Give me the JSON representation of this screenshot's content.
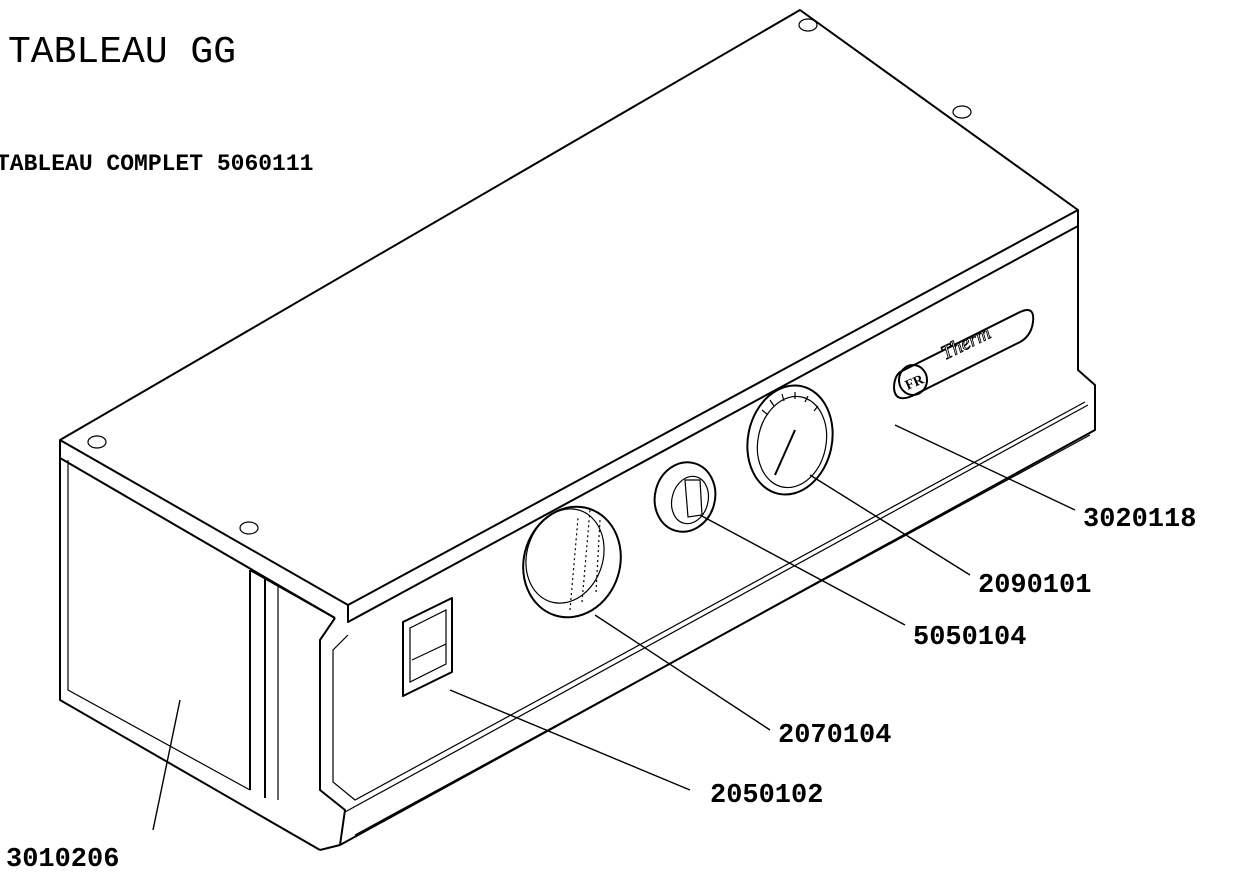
{
  "title": "TABLEAU GG",
  "subtitle": "TABLEAU COMPLET 5060111",
  "logo": {
    "text": "Therm",
    "mark": "FR"
  },
  "part_labels": {
    "front_panel": "3020118",
    "manometer": "2090101",
    "knob": "5050104",
    "thermostat": "2070104",
    "switch": "2050102",
    "side_cover": "3010206"
  }
}
